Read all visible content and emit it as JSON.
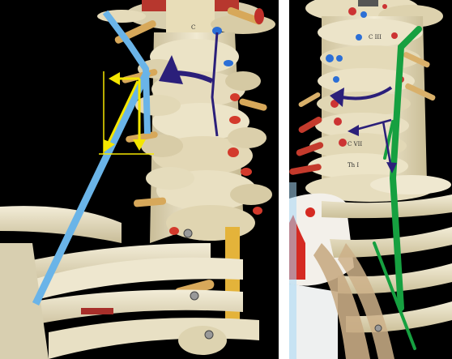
{
  "figure": {
    "left_panel": {
      "vertebra_labels": [
        "C"
      ],
      "colors": {
        "line": "#6ab4e8",
        "bracket": "#f5e600",
        "arrow": "#2b1f7a"
      }
    },
    "right_panel": {
      "vertebra_labels": [
        "C III",
        "C VII",
        "Th I"
      ],
      "colors": {
        "line": "#16a040",
        "arrow": "#2b1f7a"
      }
    },
    "colors": {
      "background": "#000000",
      "bone": "#ece4c8",
      "separator": "#ffffff"
    }
  }
}
